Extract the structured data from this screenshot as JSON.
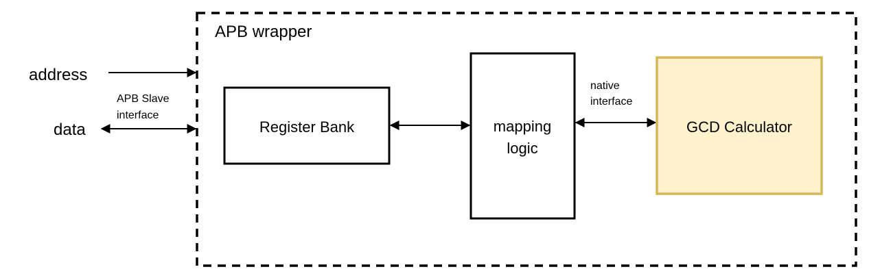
{
  "wrapper": {
    "title": "APB wrapper"
  },
  "external": {
    "address_label": "address",
    "data_label": "data",
    "interface_label_line1": "APB Slave",
    "interface_label_line2": "interface"
  },
  "blocks": {
    "register_bank": "Register Bank",
    "mapping_logic_line1": "mapping",
    "mapping_logic_line2": "logic",
    "gcd_calculator": "GCD Calculator"
  },
  "native": {
    "line1": "native",
    "line2": "interface"
  },
  "colors": {
    "gcd_fill": "#fff2cc",
    "gcd_border": "#d6b656",
    "line": "#000000"
  }
}
